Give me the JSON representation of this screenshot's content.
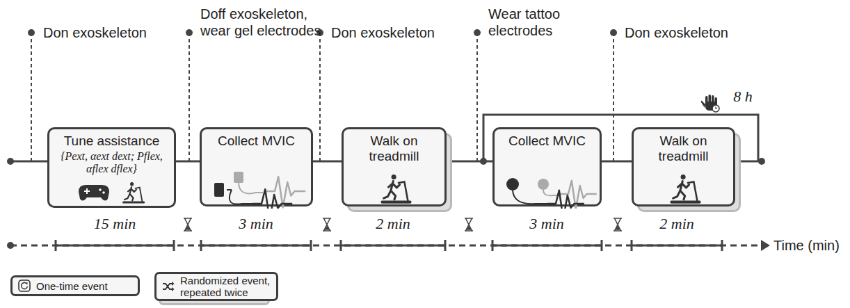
{
  "diagram": {
    "nodes": [
      {
        "text": [
          "Tune assistance",
          "{Pext, αext dext; Pflex, αflex dflex}"
        ]
      },
      {
        "text": [
          "Collect MVIC"
        ]
      },
      {
        "text": [
          "Walk on treadmill"
        ]
      },
      {
        "text": [
          "Collect MVIC"
        ]
      },
      {
        "text": [
          "Walk on treadmill"
        ]
      }
    ],
    "edges": [
      {
        "from": 0,
        "to": 1,
        "arrow": "none"
      },
      {
        "from": 1,
        "to": 2,
        "arrow": "none"
      },
      {
        "from": 2,
        "to": 3,
        "arrow": "none"
      },
      {
        "from": 3,
        "to": 4,
        "arrow": "none"
      }
    ],
    "labels": [
      "Don exoskeleton",
      "Doff exoskeleton, wear gel electrodes",
      "Don exoskeleton",
      "Wear tattoo electrodes",
      "Don exoskeleton",
      "8 h",
      "15 min",
      "3 min",
      "2 min",
      "3 min",
      "2 min",
      "Time (min)"
    ],
    "legend": [
      {
        "text": "One-time event"
      },
      {
        "text": "Randomized event, repeated twice"
      }
    ]
  }
}
